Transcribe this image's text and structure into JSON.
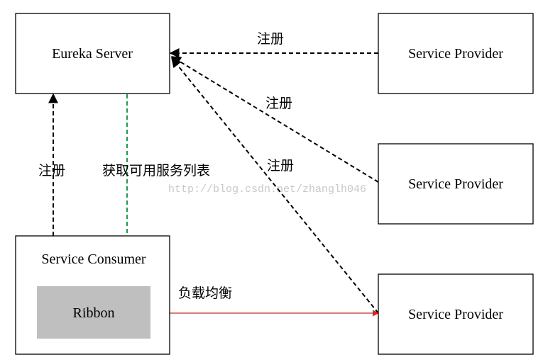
{
  "nodes": {
    "eureka_server": "Eureka Server",
    "provider_1": "Service Provider",
    "provider_2": "Service Provider",
    "provider_3": "Service Provider",
    "consumer": "Service Consumer",
    "ribbon": "Ribbon"
  },
  "edges": {
    "register_provider_1": "注册",
    "register_provider_2": "注册",
    "register_provider_3": "注册",
    "register_consumer": "注册",
    "fetch_service_list": "获取可用服务列表",
    "load_balance": "负载均衡"
  },
  "watermark": "http://blog.csdn.net/zhanglh046",
  "colors": {
    "register_arrow": "#000000",
    "fetch_arrow": "#1a9e4a",
    "load_balance_arrow": "#e02020",
    "ribbon_fill": "#bfbfbf"
  }
}
